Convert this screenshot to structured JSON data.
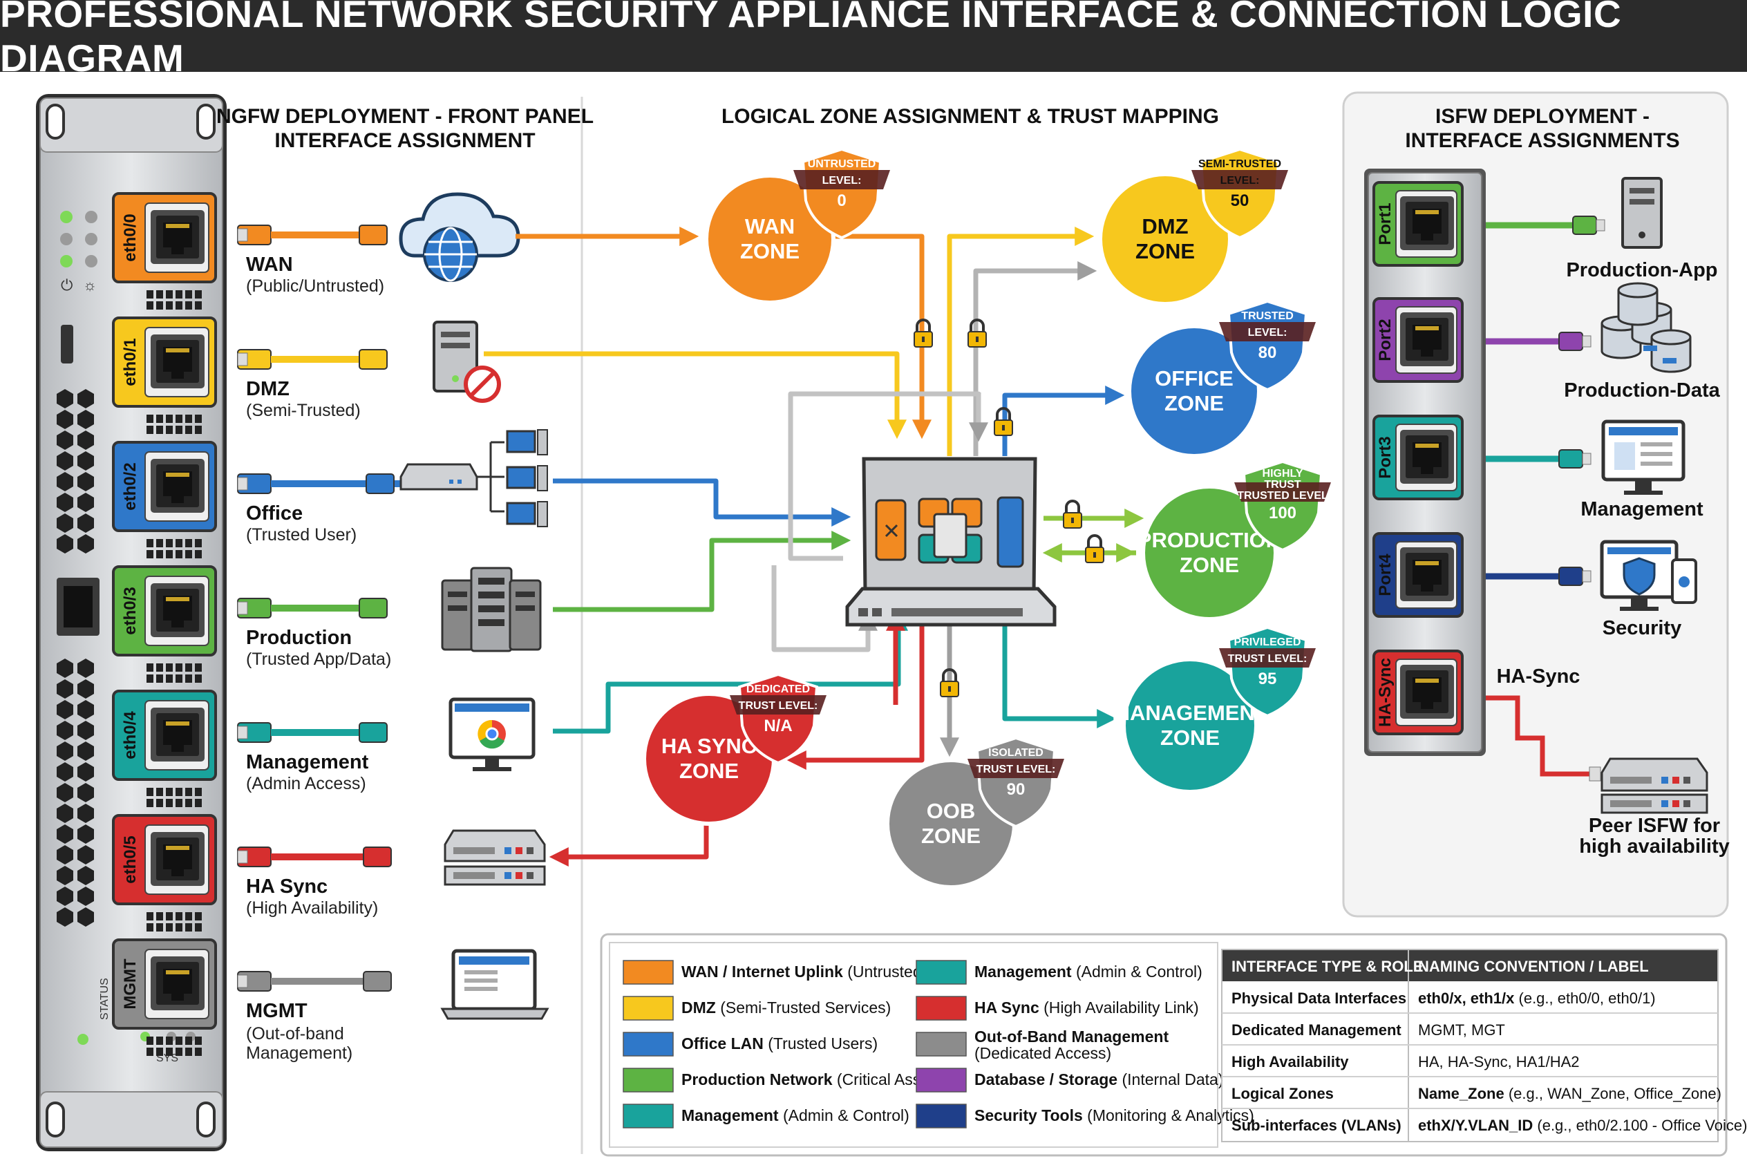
{
  "title": "PROFESSIONAL NETWORK SECURITY APPLIANCE INTERFACE & CONNECTION LOGIC DIAGRAM",
  "sections": {
    "ngfw_header": [
      "NGFW DEPLOYMENT - FRONT PANEL",
      "INTERFACE ASSIGNMENT"
    ],
    "logical_header": "LOGICAL ZONE ASSIGNMENT & TRUST MAPPING",
    "isfw_header": [
      "ISFW DEPLOYMENT -",
      "INTERFACE ASSIGNMENTS"
    ]
  },
  "ngfw_ports": [
    {
      "port": "eth0/0",
      "name": "WAN",
      "desc": "(Public/Untrusted)",
      "color": "#f28a21",
      "icon": "cloud-globe-icon"
    },
    {
      "port": "eth0/1",
      "name": "DMZ",
      "desc": "(Semi-Trusted)",
      "color": "#f7c81e",
      "icon": "server-blocked-icon"
    },
    {
      "port": "eth0/2",
      "name": "Office",
      "desc": "(Trusted User)",
      "color": "#2f78c9",
      "icon": "switch-workstations-icon"
    },
    {
      "port": "eth0/3",
      "name": "Production",
      "desc": "(Trusted App/Data)",
      "color": "#5db343",
      "icon": "server-rack-icon"
    },
    {
      "port": "eth0/4",
      "name": "Management",
      "desc": "(Admin Access)",
      "color": "#19a39c",
      "icon": "browser-monitor-icon"
    },
    {
      "port": "eth0/5",
      "name": "HA Sync",
      "desc": "(High Availability)",
      "color": "#d62f2f",
      "icon": "ha-appliance-icon"
    },
    {
      "port": "MGMT",
      "name": "MGMT",
      "desc": [
        "(Out-of-band",
        "Management)"
      ],
      "color": "#8c8c8c",
      "icon": "laptop-icon"
    }
  ],
  "panel_labels": {
    "status_vertical": "STATUS",
    "bottom": "SYS"
  },
  "zones": [
    {
      "id": "wan",
      "name": [
        "WAN",
        "ZONE"
      ],
      "badge": [
        "UNTRUSTED",
        "LEVEL:",
        "0"
      ],
      "color": "#f28a21"
    },
    {
      "id": "dmz",
      "name": [
        "DMZ",
        "ZONE"
      ],
      "badge": [
        "SEMI-TRUSTED",
        "LEVEL:",
        "50"
      ],
      "color": "#f7c81e"
    },
    {
      "id": "office",
      "name": [
        "OFFICE",
        "ZONE"
      ],
      "badge": [
        "TRUSTED",
        "LEVEL:",
        "80"
      ],
      "color": "#2f78c9"
    },
    {
      "id": "production",
      "name": [
        "PRODUCTION",
        "ZONE"
      ],
      "badge": [
        "HIGHLY",
        "TRUST",
        "TRUSTED LEVEL",
        "100"
      ],
      "color": "#5db343"
    },
    {
      "id": "management",
      "name": [
        "MANAGEMENT",
        "ZONE"
      ],
      "badge": [
        "PRIVILEGED",
        "TRUST LEVEL:",
        "95"
      ],
      "color": "#19a39c"
    },
    {
      "id": "hasync",
      "name": [
        "HA SYNC",
        "ZONE"
      ],
      "badge": [
        "DEDICATED",
        "TRUST LEVEL:",
        "N/A"
      ],
      "color": "#d62f2f"
    },
    {
      "id": "oob",
      "name": [
        "OOB",
        "ZONE"
      ],
      "badge": [
        "ISOLATED",
        "TRUST LEVEL:",
        "90"
      ],
      "color": "#8c8c8c"
    }
  ],
  "isfw_ports": [
    {
      "port": "Port1",
      "label": "Production-App",
      "color": "#5db343"
    },
    {
      "port": "Port2",
      "label": "Production-Data",
      "color": "#8e44ad"
    },
    {
      "port": "Port3",
      "label": "Management",
      "color": "#19a39c"
    },
    {
      "port": "Port4",
      "label": "Security",
      "color": "#1f3f8a"
    },
    {
      "port": "HA-Sync",
      "label": "HA-Sync",
      "color": "#d62f2f"
    }
  ],
  "isfw_peer": [
    "Peer ISFW for",
    "high availability"
  ],
  "legend": [
    {
      "bold": "WAN / Internet Uplink",
      "rest": " (Untrusted)",
      "color": "#f28a21"
    },
    {
      "bold": "DMZ",
      "rest": " (Semi-Trusted Services)",
      "color": "#f7c81e"
    },
    {
      "bold": "Office LAN",
      "rest": " (Trusted Users)",
      "color": "#2f78c9"
    },
    {
      "bold": "Production Network",
      "rest": " (Critical Assets)",
      "color": "#5db343"
    },
    {
      "bold": "Management",
      "rest": " (Admin & Control)",
      "color": "#19a39c"
    },
    {
      "bold": "Management",
      "rest": " (Admin & Control)",
      "color": "#19a39c"
    },
    {
      "bold": "HA Sync",
      "rest": " (High Availability Link)",
      "color": "#d62f2f"
    },
    {
      "bold": "Out-of-Band Management",
      "rest2": "(Dedicated Access)",
      "color": "#8c8c8c"
    },
    {
      "bold": "Database / Storage",
      "rest": " (Internal Data)",
      "color": "#8e44ad"
    },
    {
      "bold": "Security Tools",
      "rest": " (Monitoring & Analytics)",
      "color": "#1f3f8a"
    }
  ],
  "table": {
    "headers": [
      "INTERFACE TYPE & ROLE",
      "NAMING CONVENTION / LABEL"
    ],
    "rows": [
      {
        "role": "Physical Data Interfaces",
        "bold": "eth0/x, eth1/x",
        "rest": " (e.g., eth0/0, eth0/1)"
      },
      {
        "role": "Dedicated Management",
        "bold": "",
        "rest": "MGMT, MGT"
      },
      {
        "role": "High Availability",
        "bold": "",
        "rest": "HA, HA-Sync, HA1/HA2"
      },
      {
        "role": "Logical Zones",
        "bold": "Name_Zone",
        "rest": " (e.g., WAN_Zone, Office_Zone)"
      },
      {
        "role": "Sub-interfaces (VLANs)",
        "bold": "ethX/Y.VLAN_ID",
        "rest": " (e.g., eth0/2.100 - Office Voice)"
      }
    ]
  }
}
